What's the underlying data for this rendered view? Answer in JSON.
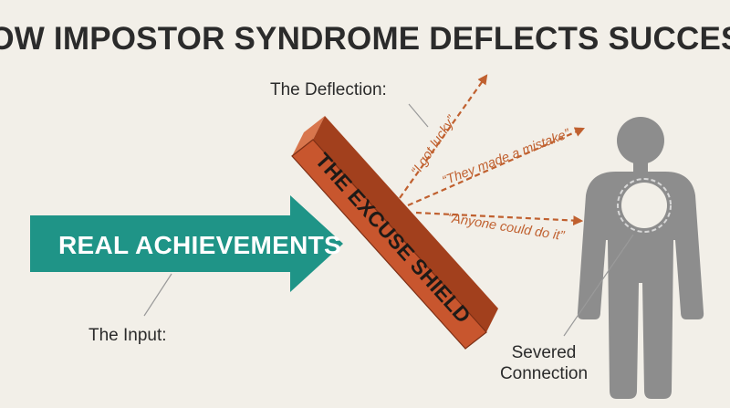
{
  "title": "HOW IMPOSTOR SYNDROME DEFLECTS SUCCESS",
  "input": {
    "arrow_text": "REAL ACHIEVEMENTS",
    "caption": "The Input:"
  },
  "shield": {
    "text": "THE EXCUSE SHIELD"
  },
  "deflection": {
    "caption": "The Deflection:",
    "quotes": [
      "“I got lucky”",
      "“They made a mistake”",
      "“Anyone could do it”"
    ]
  },
  "person": {
    "caption_line1": "Severed",
    "caption_line2": "Connection"
  },
  "colors": {
    "background": "#f2efe8",
    "input_arrow": "#1f9487",
    "shield_front": "#c8562e",
    "shield_side": "#a2401d",
    "deflection": "#c0602f",
    "person": "#8d8d8d"
  }
}
